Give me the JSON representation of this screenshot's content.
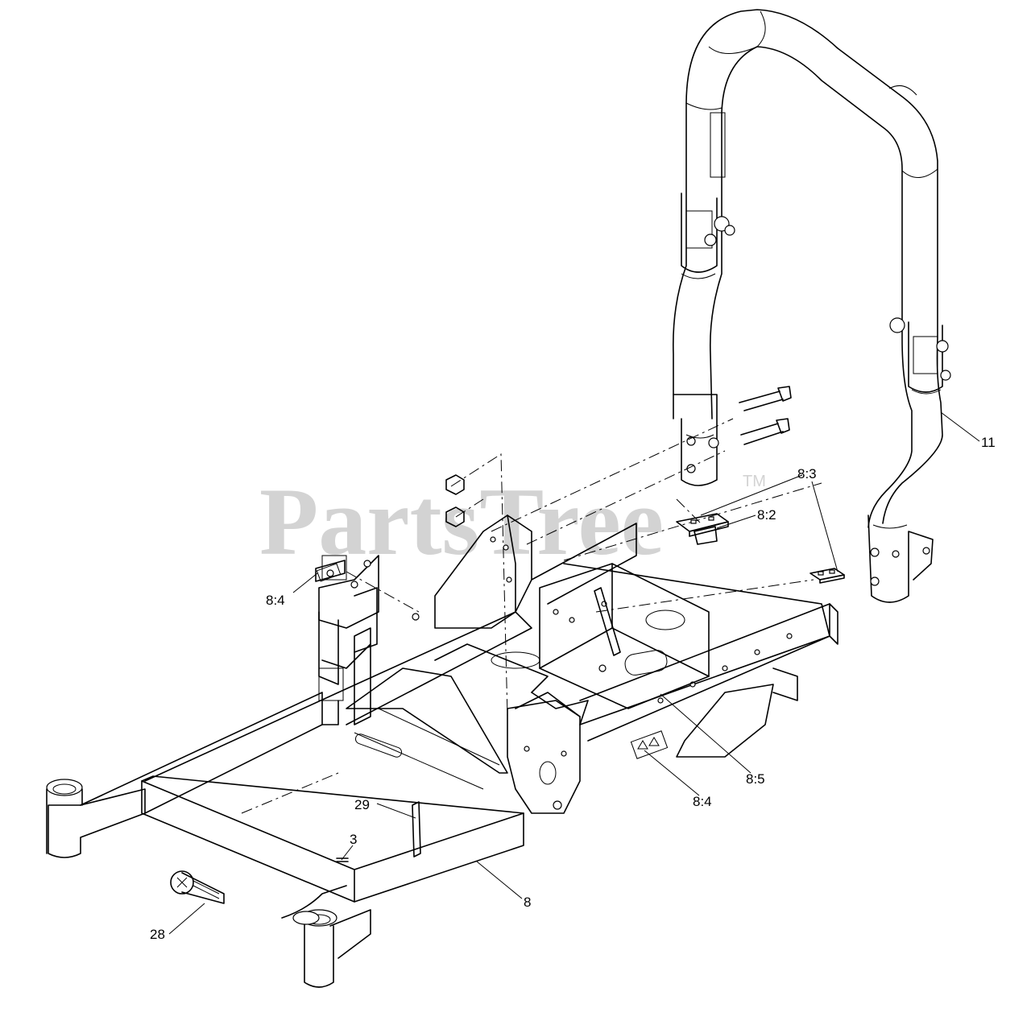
{
  "watermark": {
    "text": "PartsTree",
    "trademark": "TM"
  },
  "callouts": [
    {
      "id": "c-11",
      "label": "11"
    },
    {
      "id": "c-8-3",
      "label": "8:3"
    },
    {
      "id": "c-8-2",
      "label": "8:2"
    },
    {
      "id": "c-8-4a",
      "label": "8:4"
    },
    {
      "id": "c-8-5",
      "label": "8:5"
    },
    {
      "id": "c-8-4b",
      "label": "8:4"
    },
    {
      "id": "c-29",
      "label": "29"
    },
    {
      "id": "c-3",
      "label": "3"
    },
    {
      "id": "c-8",
      "label": "8"
    },
    {
      "id": "c-28",
      "label": "28"
    }
  ]
}
